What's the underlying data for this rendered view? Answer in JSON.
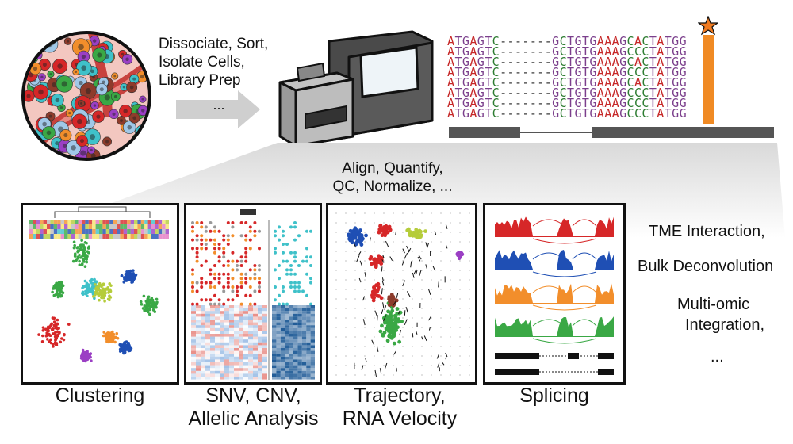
{
  "workflow": {
    "steps_text": [
      "Dissociate, Sort,",
      "Isolate Cells,",
      "Library Prep"
    ],
    "ellipsis": "...",
    "processing_text": [
      "Align, Quantify,",
      "QC, Normalize, ..."
    ]
  },
  "alignment": {
    "rows": [
      "ATGAGTC-------GCTGTGAAAGCACTATGG",
      "ATGAGTC-------GCTGTGAAAGCCCTATGG",
      "ATGAGTC-------GCTGTGAAAGCACTATGG",
      "ATGAGTC-------GCTGTGAAAGCCCTATGG",
      "ATGAGTC-------GCTGTGAAAGCACTATGG",
      "ATGAGTC-------GCTGTGAAAGCCCTATGG",
      "ATGAGTC-------GCTGTGAAAGCCCTATGG",
      "ATGAGTC-------GCTGTGAAAGCCCTATGG"
    ],
    "base_colors": {
      "A": "#c62828",
      "T": "#7b3f8c",
      "G": "#7b3f8c",
      "C": "#2e7d32",
      "-": "#333333"
    },
    "highlight_color": "#f08a24",
    "star_color": "#f07a20"
  },
  "panels": [
    {
      "id": "clustering",
      "caption": [
        "Clustering"
      ]
    },
    {
      "id": "variants",
      "caption": [
        "SNV, CNV,",
        "Allelic Analysis"
      ]
    },
    {
      "id": "trajectory",
      "caption": [
        "Trajectory,",
        "RNA Velocity"
      ]
    },
    {
      "id": "splicing",
      "caption": [
        "Splicing"
      ]
    }
  ],
  "other_analyses": [
    "TME Interaction,",
    "Bulk Deconvolution",
    "Multi-omic",
    "Integration,",
    "..."
  ],
  "colors": {
    "red": "#d62728",
    "blue": "#1f4fb4",
    "orange": "#f28e2b",
    "green": "#3aa845",
    "teal": "#3fc1c9",
    "purple": "#9b3fc4",
    "lime": "#b5cc3a",
    "gray": "#555555"
  }
}
